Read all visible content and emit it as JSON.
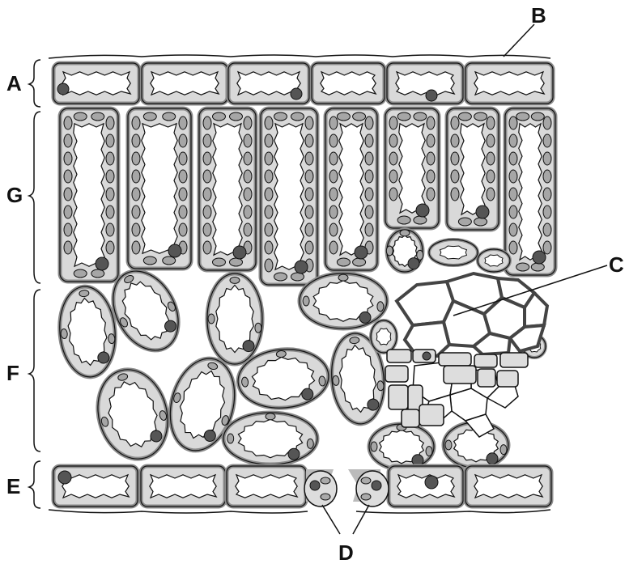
{
  "labels": {
    "A": "A",
    "B": "B",
    "C": "C",
    "D": "D",
    "E": "E",
    "F": "F",
    "G": "G"
  },
  "colors": {
    "wall": "#8c8c8c",
    "cytoplasm": "#d9d9d9",
    "chloroplast": "#a6a6a6",
    "nucleus": "#555555",
    "outline": "#111111",
    "vessel_wall": "#444444",
    "background": "#ffffff"
  }
}
